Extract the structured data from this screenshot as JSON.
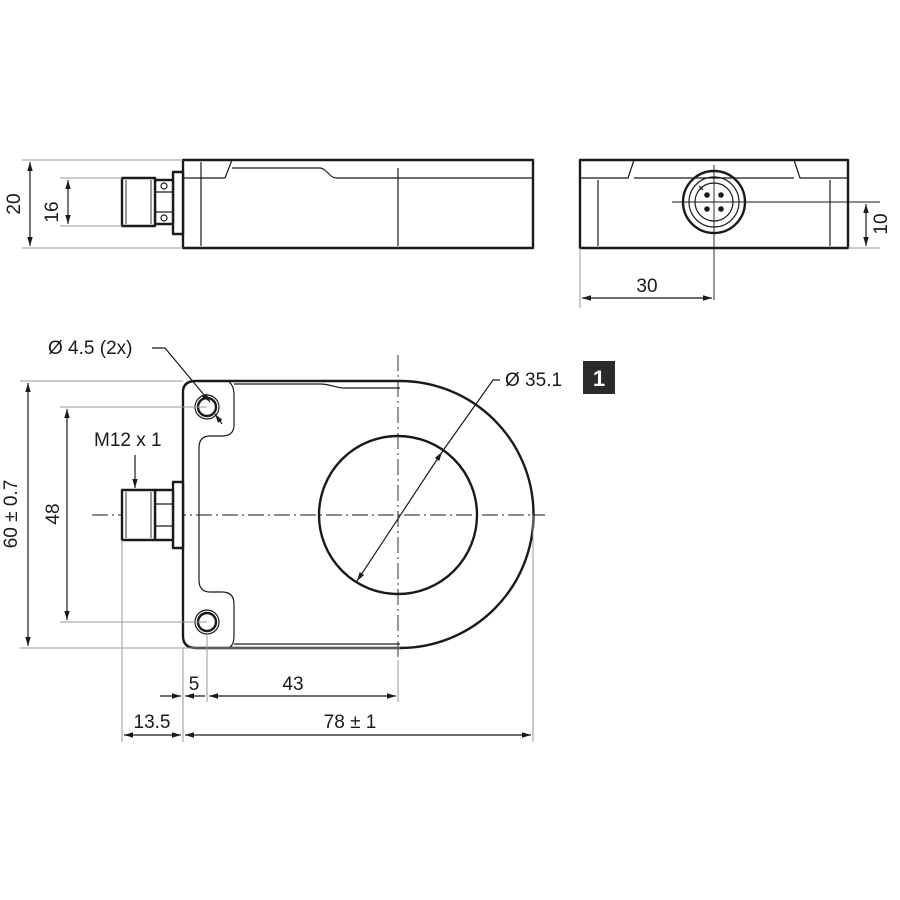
{
  "drawing": {
    "dimensions": {
      "side_height_total": "20",
      "side_height_inner": "16",
      "front_width": "30",
      "front_connector_height": "10",
      "mount_hole": "Ø 4.5 (2x)",
      "connector_thread": "M12 x 1",
      "bore_diameter": "Ø 35.1",
      "overall_height": "60 ± 0.7",
      "hole_spacing": "48",
      "offset_5": "5",
      "center_distance": "43",
      "connector_length": "13.5",
      "overall_length": "78 ± 1"
    },
    "badge": {
      "number": "1",
      "color": "#2b2b2b"
    },
    "line_color": "#1a1a1a"
  }
}
